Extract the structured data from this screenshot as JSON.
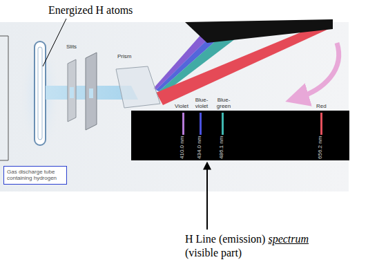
{
  "diagram": {
    "nodes": [
      {
        "text": [
          "Gas discharge tube containing hydrogen"
        ]
      }
    ],
    "labels": [
      "Energized H atoms",
      "Slits",
      "Prism",
      "Violet",
      "Blue-violet",
      "Blue-green",
      "Red",
      "410.0 nm",
      "434.0 nm",
      "486.1 nm",
      "656.2 nm",
      "H Line (emission)",
      "spectrum",
      "(visible part)"
    ]
  }
}
